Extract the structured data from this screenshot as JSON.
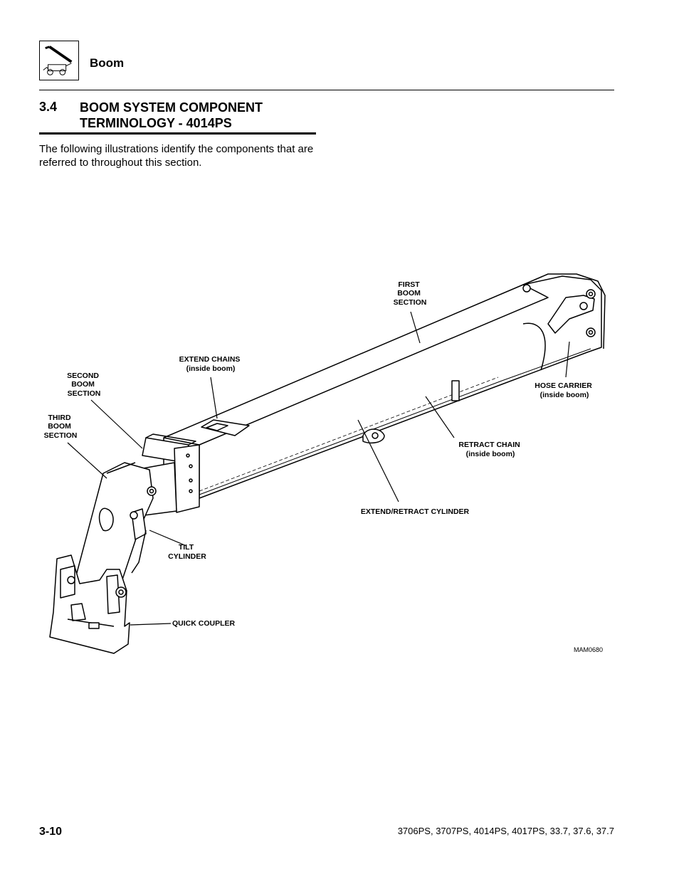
{
  "header": {
    "section_label": "Boom"
  },
  "heading": {
    "number": "3.4",
    "title_line1": "BOOM SYSTEM COMPONENT",
    "title_line2": "TERMINOLOGY - 4014PS"
  },
  "intro": "The following illustrations identify the components that are referred to throughout this section.",
  "diagram": {
    "labels": {
      "first_boom": [
        "FIRST",
        "BOOM",
        "SECTION"
      ],
      "extend_chains": [
        "EXTEND CHAINS",
        "(inside boom)"
      ],
      "second_boom": [
        "SECOND",
        "BOOM",
        "SECTION"
      ],
      "third_boom": [
        "THIRD",
        "BOOM",
        "SECTION"
      ],
      "hose_carrier": [
        "HOSE CARRIER",
        "(inside boom)"
      ],
      "retract_chain": [
        "RETRACT CHAIN",
        "(inside boom)"
      ],
      "extend_retract_cylinder": "EXTEND/RETRACT CYLINDER",
      "tilt_cylinder": [
        "TILT",
        "CYLINDER"
      ],
      "quick_coupler": "QUICK COUPLER"
    },
    "ref_code": "MAM0680"
  },
  "footer": {
    "page_number": "3-10",
    "models": "3706PS, 3707PS, 4014PS, 4017PS, 33.7, 37.6, 37.7"
  }
}
